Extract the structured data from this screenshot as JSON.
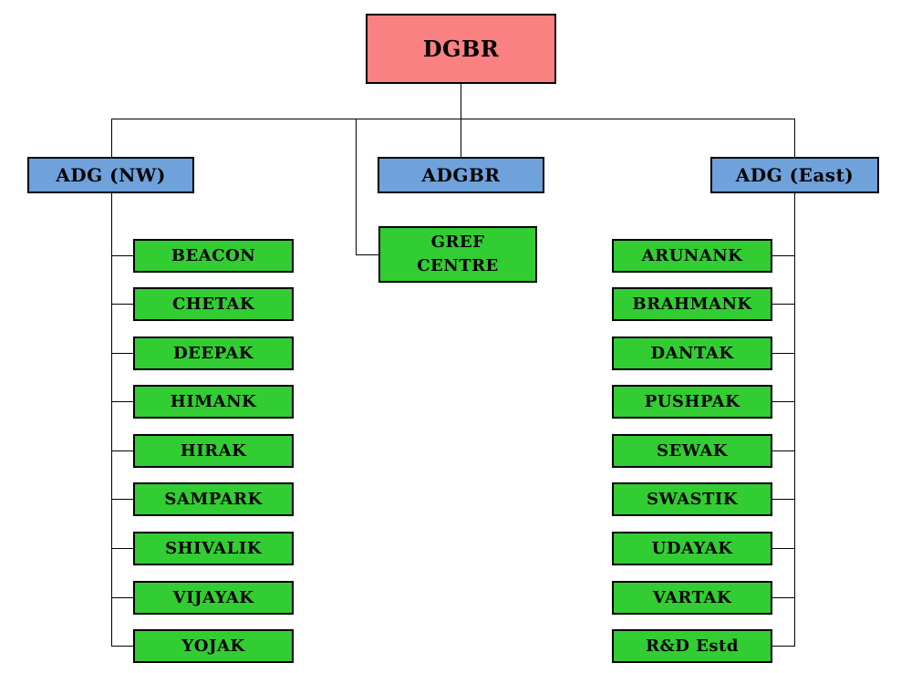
{
  "chart": {
    "root": {
      "label": "DGBR"
    },
    "branches": [
      {
        "label": "ADG (NW)"
      },
      {
        "label": "ADGBR"
      },
      {
        "label": "ADG (East)"
      }
    ],
    "centre": {
      "lines": [
        "GREF",
        "CENTRE"
      ]
    },
    "left_units": [
      "BEACON",
      "CHETAK",
      "DEEPAK",
      "HIMANK",
      "HIRAK",
      "SAMPARK",
      "SHIVALIK",
      "VIJAYAK",
      "YOJAK"
    ],
    "right_units": [
      "ARUNANK",
      "BRAHMANK",
      "DANTAK",
      "PUSHPAK",
      "SEWAK",
      "SWASTIK",
      "UDAYAK",
      "VARTAK",
      "R&D Estd"
    ],
    "colors": {
      "root_fill": "#F98181",
      "branch_fill": "#6FA1DB",
      "unit_fill": "#32CD32",
      "line": "#000000",
      "text": "#000000"
    }
  }
}
